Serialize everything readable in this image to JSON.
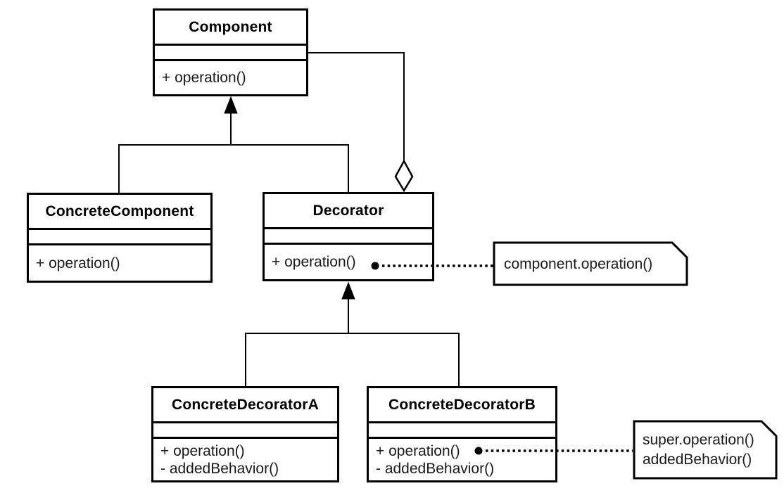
{
  "diagram": {
    "kind": "uml-class-diagram",
    "pattern": "Decorator",
    "classes": [
      {
        "name": "Component",
        "attributes": [],
        "methods": [
          "+ operation()"
        ]
      },
      {
        "name": "ConcreteComponent",
        "attributes": [],
        "methods": [
          "+ operation()"
        ]
      },
      {
        "name": "Decorator",
        "attributes": [],
        "methods": [
          "+ operation()"
        ]
      },
      {
        "name": "ConcreteDecoratorA",
        "attributes": [],
        "methods": [
          "+ operation()",
          "- addedBehavior()"
        ]
      },
      {
        "name": "ConcreteDecoratorB",
        "attributes": [],
        "methods": [
          "+ operation()",
          "- addedBehavior()"
        ]
      }
    ],
    "notes": [
      {
        "lines": [
          "component.operation()"
        ]
      },
      {
        "lines": [
          "super.operation()",
          "addedBehavior()"
        ]
      }
    ],
    "relationships": [
      {
        "type": "generalization",
        "from": "ConcreteComponent",
        "to": "Component"
      },
      {
        "type": "generalization",
        "from": "Decorator",
        "to": "Component"
      },
      {
        "type": "aggregation",
        "from": "Decorator",
        "to": "Component"
      },
      {
        "type": "generalization",
        "from": "ConcreteDecoratorA",
        "to": "Decorator"
      },
      {
        "type": "generalization",
        "from": "ConcreteDecoratorB",
        "to": "Decorator"
      },
      {
        "type": "note-link",
        "from": "Decorator.operation()",
        "to": "component.operation()"
      },
      {
        "type": "note-link",
        "from": "ConcreteDecoratorB.operation()",
        "to": "super.operation() addedBehavior()"
      }
    ],
    "colors": {
      "line": "#000000",
      "title_text": "#000000",
      "body_text": "#1a1a1a",
      "background": "#ffffff"
    }
  }
}
